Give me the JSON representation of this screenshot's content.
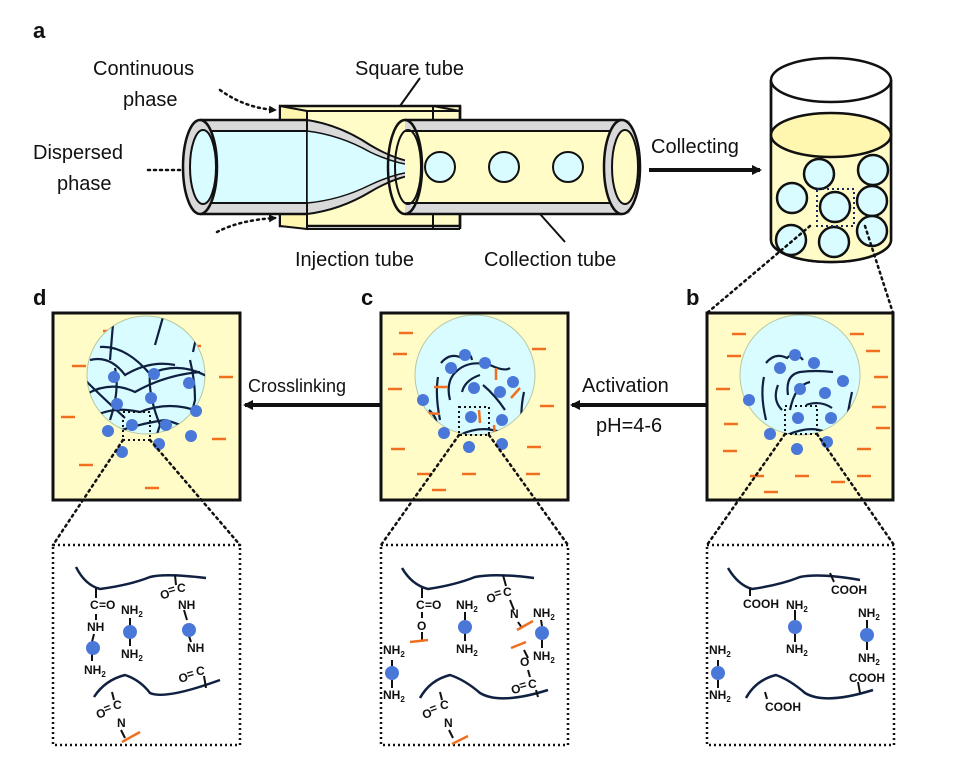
{
  "figure": {
    "panels": {
      "a": {
        "letter": "a",
        "labels": {
          "continuous_phase_line1": "Continuous",
          "continuous_phase_line2": "phase",
          "dispersed_phase_line1": "Dispersed",
          "dispersed_phase_line2": "phase",
          "square_tube": "Square tube",
          "injection_tube": "Injection tube",
          "collection_tube": "Collection tube",
          "collecting": "Collecting"
        }
      },
      "b": {
        "letter": "b"
      },
      "c": {
        "letter": "c"
      },
      "d": {
        "letter": "d"
      }
    },
    "arrows": {
      "activation_line1": "Activation",
      "activation_line2": "pH=4-6",
      "crosslinking": "Crosslinking"
    },
    "chemistry": {
      "nh2": "NH",
      "nh2_sub": "2",
      "nh": "NH",
      "cooh": "COOH",
      "c": "C",
      "o": "O",
      "n": "N",
      "double_bond": "="
    },
    "colors": {
      "continuous_phase": "#fffcc8",
      "dispersed_phase": "#d8fcff",
      "hydrazide_bead": "#4a78d8",
      "polymer_chain": "#0f2040",
      "activator_mark": "#f07020",
      "tube_wall": "#d9d9d9"
    }
  }
}
